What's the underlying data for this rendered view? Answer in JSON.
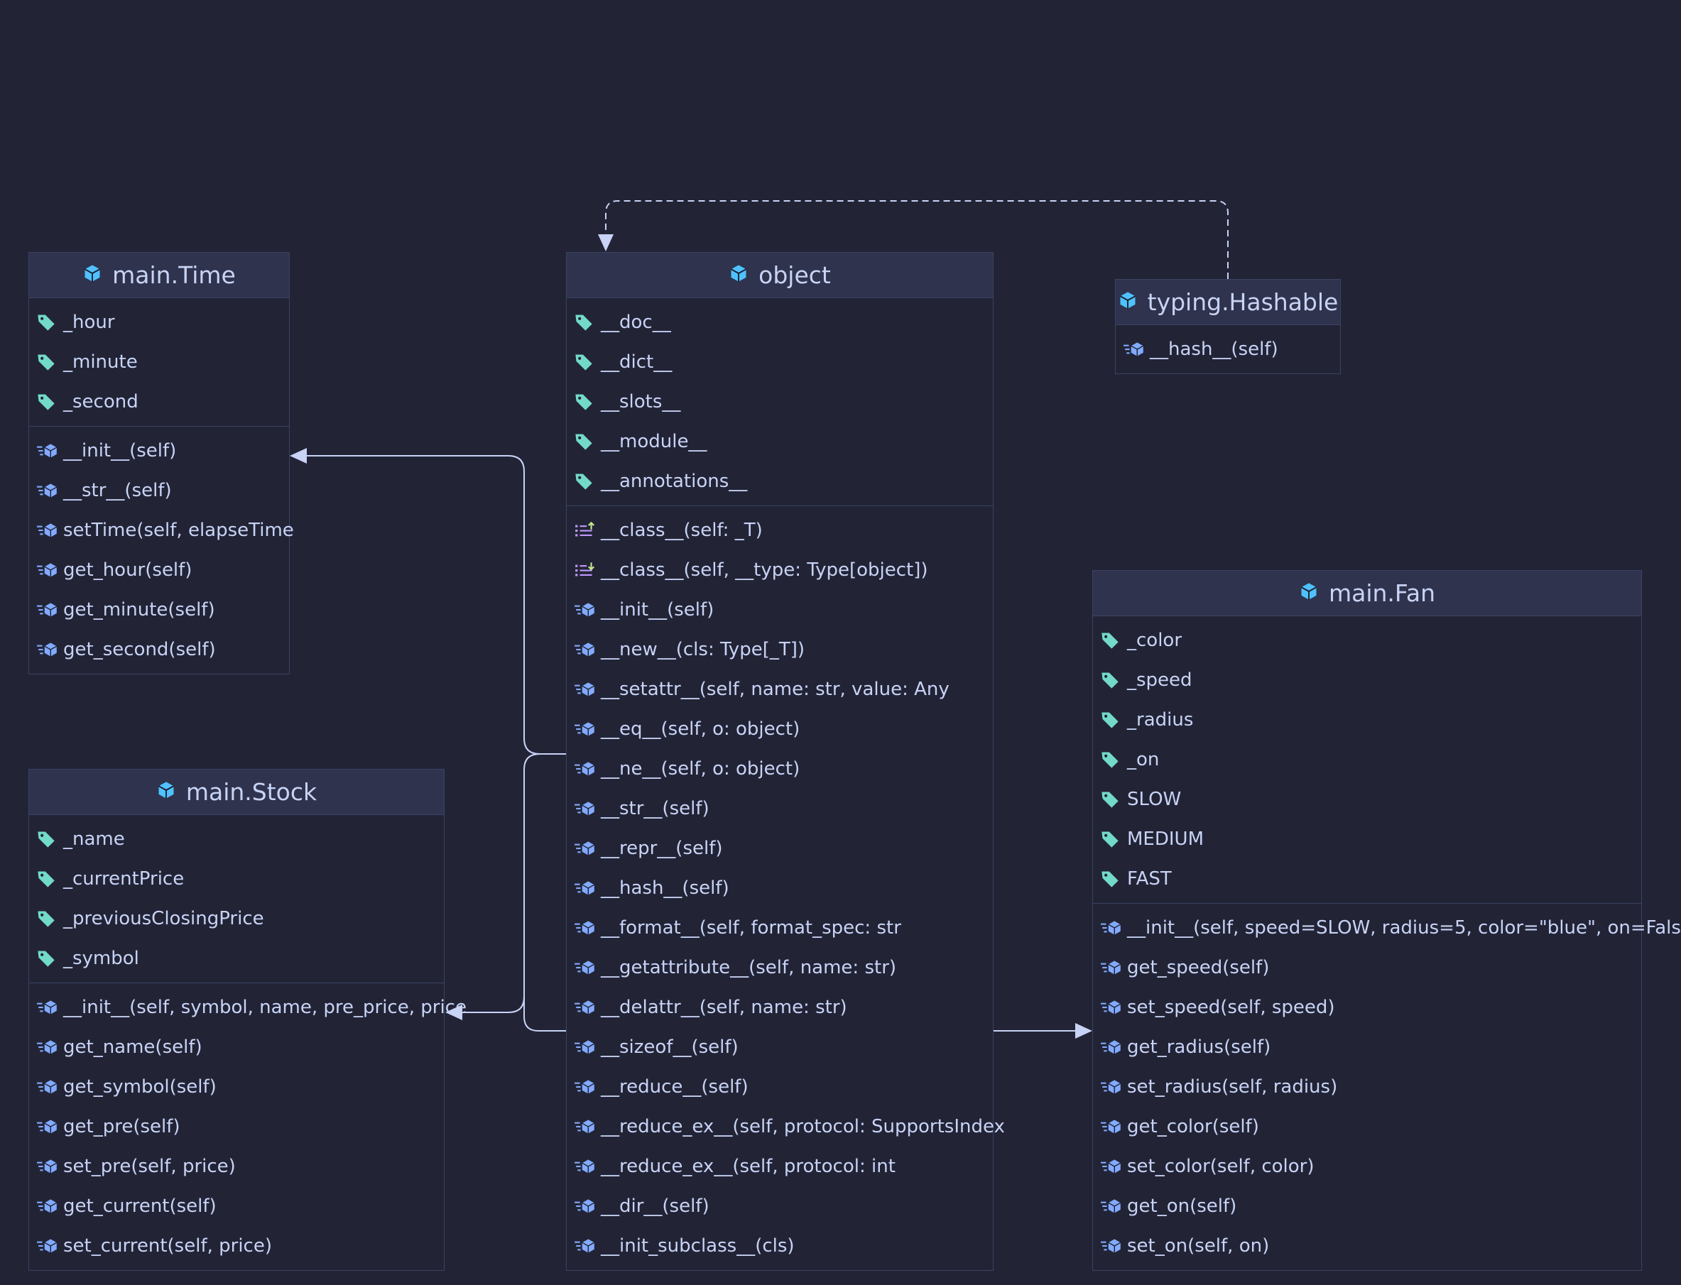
{
  "colors": {
    "background": "#222436",
    "header": "#2f334d",
    "border": "#3b4261",
    "text": "#c8d3f5",
    "class_icon": "#4fc1ff",
    "field_icon": "#73daca",
    "method_icon": "#82aaff",
    "property_icon": "#c099ff",
    "edge": "#c8d3f5"
  },
  "classes": {
    "time": {
      "name": "main.Time",
      "fields": [
        "_hour",
        "_minute",
        "_second"
      ],
      "methods": [
        "__init__(self)",
        "__str__(self)",
        "setTime(self, elapseTime",
        "get_hour(self)",
        "get_minute(self)",
        "get_second(self)"
      ]
    },
    "stock": {
      "name": "main.Stock",
      "fields": [
        "_name",
        "_currentPrice",
        "_previousClosingPrice",
        "_symbol"
      ],
      "methods": [
        "__init__(self, symbol, name, pre_price, price",
        "get_name(self)",
        "get_symbol(self)",
        "get_pre(self)",
        "set_pre(self, price)",
        "get_current(self)",
        "set_current(self, price)"
      ]
    },
    "object": {
      "name": "object",
      "fields": [
        "__doc__",
        "__dict__",
        "__slots__",
        "__module__",
        "__annotations__"
      ],
      "properties": [
        {
          "label": "__class__(self: _T)",
          "icon": "property-getter-icon"
        },
        {
          "label": "__class__(self, __type: Type[object])",
          "icon": "property-setter-icon"
        }
      ],
      "methods": [
        "__init__(self)",
        "__new__(cls: Type[_T])",
        "__setattr__(self, name: str, value: Any",
        "__eq__(self, o: object)",
        "__ne__(self, o: object)",
        "__str__(self)",
        "__repr__(self)",
        "__hash__(self)",
        "__format__(self, format_spec: str",
        "__getattribute__(self, name: str)",
        "__delattr__(self, name: str)",
        "__sizeof__(self)",
        "__reduce__(self)",
        "__reduce_ex__(self, protocol: SupportsIndex",
        "__reduce_ex__(self, protocol: int",
        "__dir__(self)",
        "__init_subclass__(cls)"
      ]
    },
    "hashable": {
      "name": "typing.Hashable",
      "methods": [
        "__hash__(self)"
      ]
    },
    "fan": {
      "name": "main.Fan",
      "fields": [
        "_color",
        "_speed",
        "_radius",
        "_on",
        "SLOW",
        "MEDIUM",
        "FAST"
      ],
      "methods": [
        "__init__(self, speed=SLOW, radius=5, color=\"blue\", on=Fals",
        "get_speed(self)",
        "set_speed(self, speed)",
        "get_radius(self)",
        "set_radius(self, radius)",
        "get_color(self)",
        "set_color(self, color)",
        "get_on(self)",
        "set_on(self, on)"
      ]
    }
  },
  "relations": [
    {
      "from": "main.Time",
      "to": "object",
      "kind": "inheritance"
    },
    {
      "from": "main.Stock",
      "to": "object",
      "kind": "inheritance"
    },
    {
      "from": "main.Fan",
      "to": "object",
      "kind": "inheritance"
    },
    {
      "from": "object",
      "to": "typing.Hashable",
      "kind": "realization"
    }
  ]
}
